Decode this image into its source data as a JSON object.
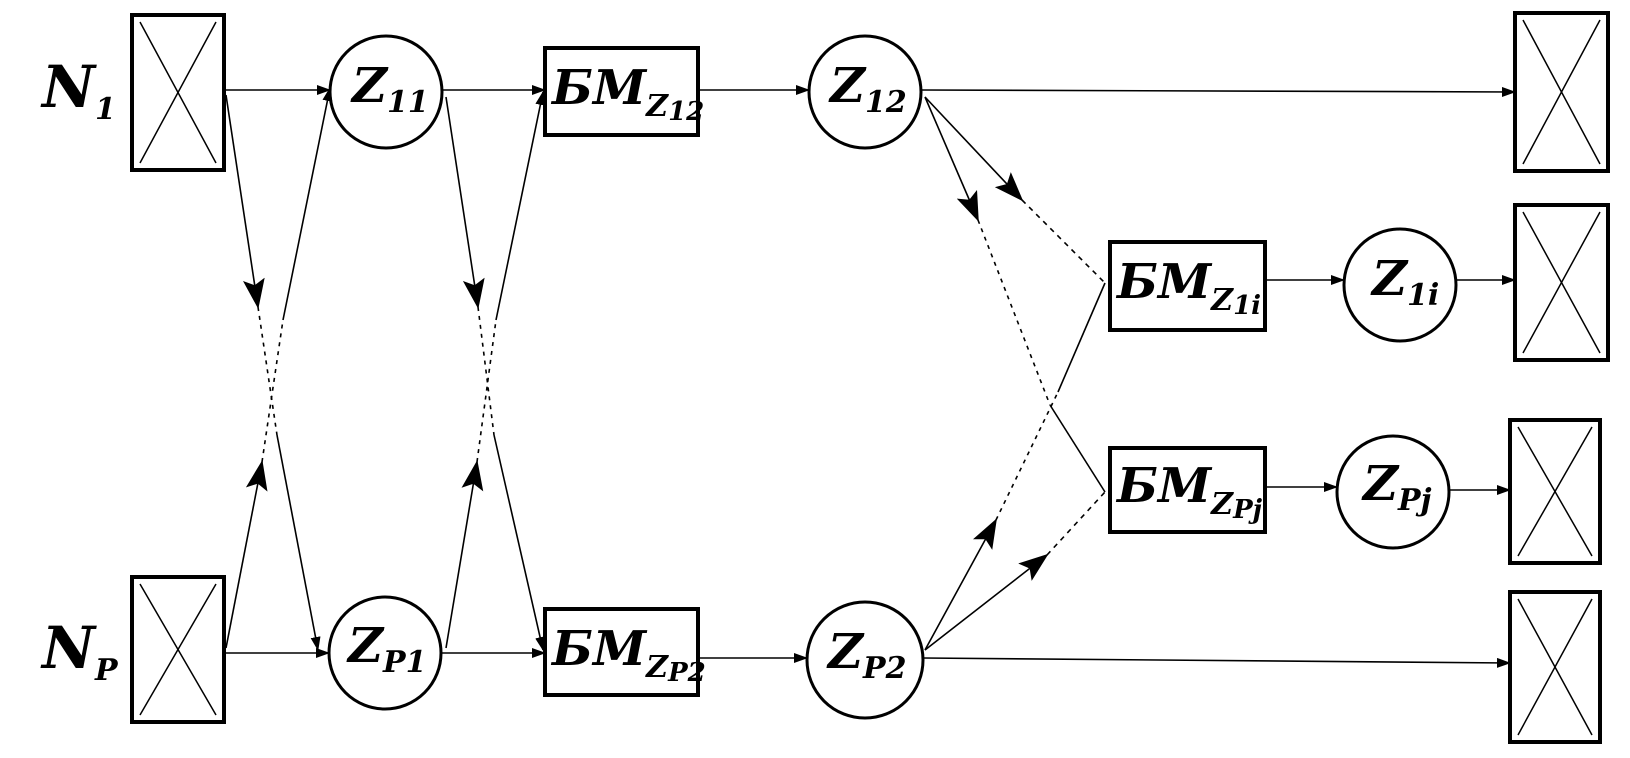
{
  "nodes": {
    "n1": {
      "main": "N",
      "sub": "1"
    },
    "np": {
      "main": "N",
      "sub": "P"
    },
    "z11": {
      "main": "Z",
      "sub": "11"
    },
    "zp1": {
      "main": "Z",
      "sub": "P1"
    },
    "bm12": {
      "main": "БМ",
      "sub1": "Z",
      "sub2": "12"
    },
    "bmp2": {
      "main": "БМ",
      "sub1": "Z",
      "sub2": "P2"
    },
    "z12": {
      "main": "Z",
      "sub": "12"
    },
    "zp2": {
      "main": "Z",
      "sub": "P2"
    },
    "bm1i": {
      "main": "БМ",
      "sub1": "Z",
      "sub2": "1i"
    },
    "bmpj": {
      "main": "БМ",
      "sub1": "Z",
      "sub2": "Pj"
    },
    "z1i": {
      "main": "Z",
      "sub": "1i"
    },
    "zpj": {
      "main": "Z",
      "sub": "Pj"
    }
  }
}
